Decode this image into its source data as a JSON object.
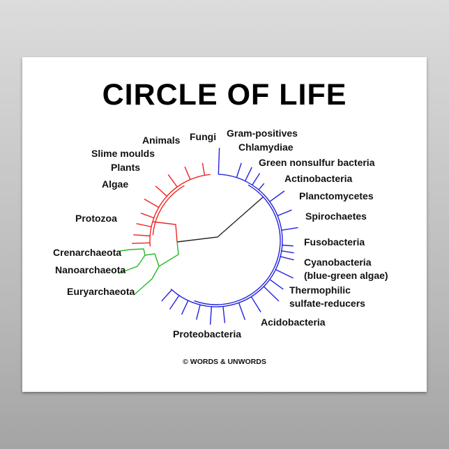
{
  "title": "CIRCLE OF LIFE",
  "colors": {
    "eukaryotes": "#ee2222",
    "archaea": "#22bb22",
    "bacteria": "#2222dd",
    "root": "#222222"
  },
  "labels": {
    "fungi": "Fungi",
    "animals": "Animals",
    "slime_moulds": "Slime moulds",
    "plants": "Plants",
    "algae": "Algae",
    "protozoa": "Protozoa",
    "crenarchaeota": "Crenarchaeota",
    "nanoarchaeota": "Nanoarchaeota",
    "euryarchaeota": "Euryarchaeota",
    "gram_positives": "Gram-positives",
    "chlamydiae": "Chlamydiae",
    "green_nonsulfur": "Green nonsulfur bacteria",
    "actinobacteria": "Actinobacteria",
    "planctomycetes": "Planctomycetes",
    "spirochaetes": "Spirochaetes",
    "fusobacteria": "Fusobacteria",
    "cyanobacteria": "Cyanobacteria",
    "cyanobacteria_note": "(blue-green algae)",
    "thermophilic": "Thermophilic",
    "sulfate_reducers": "sulfate-reducers",
    "acidobacteria": "Acidobacteria",
    "proteobacteria": "Proteobacteria"
  },
  "copyright": "© WORDS & UNWORDS"
}
